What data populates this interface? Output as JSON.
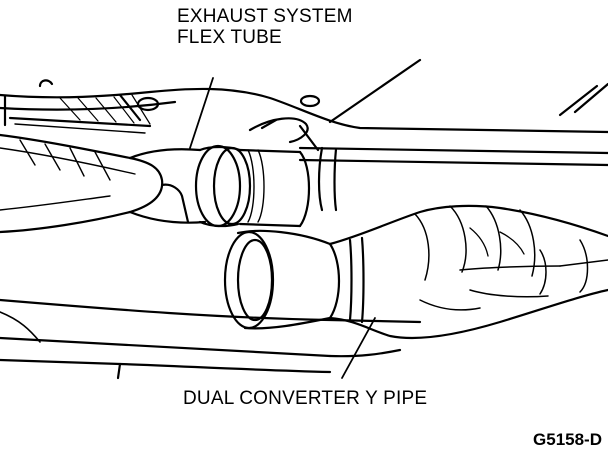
{
  "labels": {
    "flex_tube_line1": "EXHAUST SYSTEM",
    "flex_tube_line2": "FLEX TUBE",
    "y_pipe": "DUAL CONVERTER Y PIPE"
  },
  "figure_code": "G5158-D",
  "colors": {
    "ink": "#000000",
    "paper": "#ffffff"
  }
}
